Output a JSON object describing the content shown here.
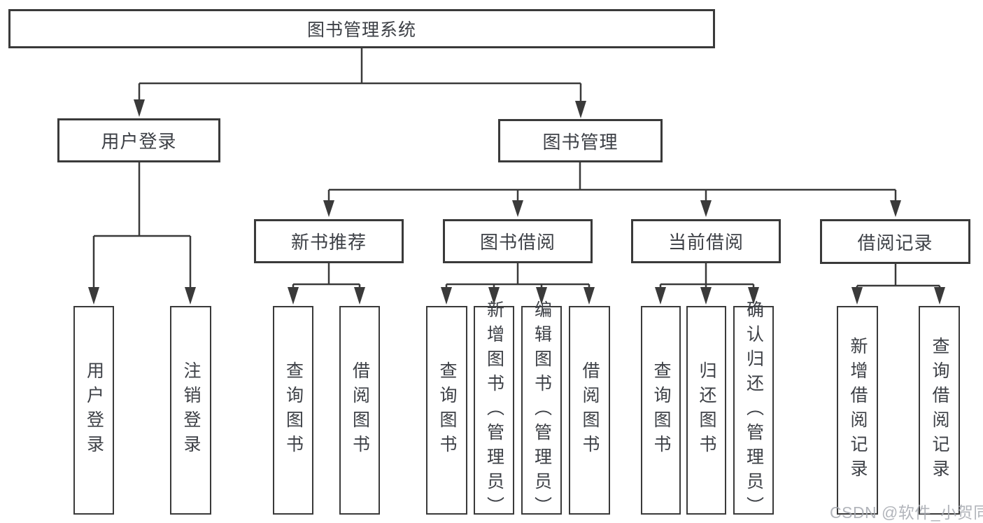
{
  "diagram": {
    "type": "hierarchy-tree",
    "watermark": "CSDN @软件_小贺同学",
    "colors": {
      "background": "#ffffff",
      "line": "#3a3a3a",
      "box_border": "#3a3a3a",
      "box_fill": "#ffffff",
      "text": "#3d4046",
      "watermark_text": "#a4a8af"
    },
    "tree": {
      "label": "图书管理系统",
      "children": [
        {
          "label": "用户登录",
          "children": [
            {
              "label": "用户登录"
            },
            {
              "label": "注销登录"
            }
          ]
        },
        {
          "label": "图书管理",
          "children": [
            {
              "label": "新书推荐",
              "children": [
                {
                  "label": "查询图书"
                },
                {
                  "label": "借阅图书"
                }
              ]
            },
            {
              "label": "图书借阅",
              "children": [
                {
                  "label": "查询图书"
                },
                {
                  "label": "新增图书（管理员）"
                },
                {
                  "label": "编辑图书（管理员）"
                },
                {
                  "label": "借阅图书"
                }
              ]
            },
            {
              "label": "当前借阅",
              "children": [
                {
                  "label": "查询图书"
                },
                {
                  "label": "归还图书"
                },
                {
                  "label": "确认归还（管理员）"
                }
              ]
            },
            {
              "label": "借阅记录",
              "children": [
                {
                  "label": "新增借阅记录"
                },
                {
                  "label": "查询借阅记录"
                }
              ]
            }
          ]
        }
      ]
    }
  }
}
